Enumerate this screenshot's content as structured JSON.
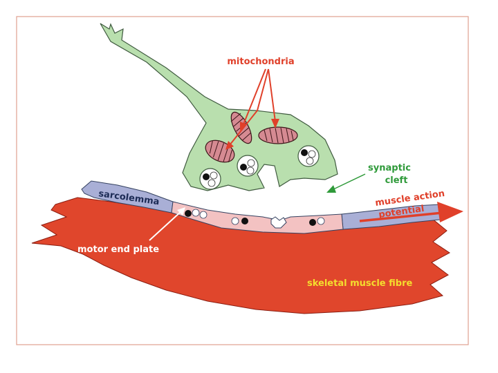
{
  "labels": {
    "mitochondria": "mitochondria",
    "synaptic_1": "synaptic",
    "synaptic_2": "cleft",
    "sarcolemma": "sarcolemma",
    "action_1": "muscle action",
    "action_2": "potential",
    "motor_end_plate": "motor end plate",
    "muscle_fibre": "skeletal muscle fibre"
  },
  "colors": {
    "frame": "#e0a090",
    "nerve": "#b9dfae",
    "muscle": "#e0462c",
    "sarcolemma": "#a9afd6",
    "end_plate": "#f3c2c2",
    "mito": "#d58a92",
    "label_red": "#e0402a",
    "label_green": "#2f9a3a",
    "label_white": "#ffffff",
    "label_yellow": "#f4dd2e",
    "label_navy": "#1c2b55"
  }
}
